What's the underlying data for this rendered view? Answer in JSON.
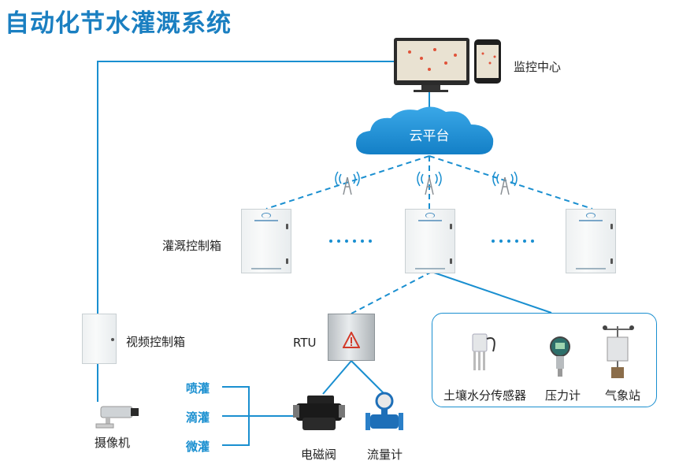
{
  "title": "自动化节水灌溉系统",
  "nodes": {
    "monitor_center": "监控中心",
    "cloud": "云平台",
    "irrigation_box": "灌溉控制箱",
    "video_box": "视频控制箱",
    "camera": "摄像机",
    "rtu": "RTU",
    "solenoid": "电磁阀",
    "flowmeter": "流量计",
    "soil_sensor": "土壤水分传感器",
    "pressure": "压力计",
    "weather": "气象站"
  },
  "irrigation_modes": [
    "喷灌",
    "滴灌",
    "微灌"
  ],
  "colors": {
    "line": "#1a8fd0",
    "title": "#1a7fc1",
    "cloud": "#1e8fd6"
  }
}
